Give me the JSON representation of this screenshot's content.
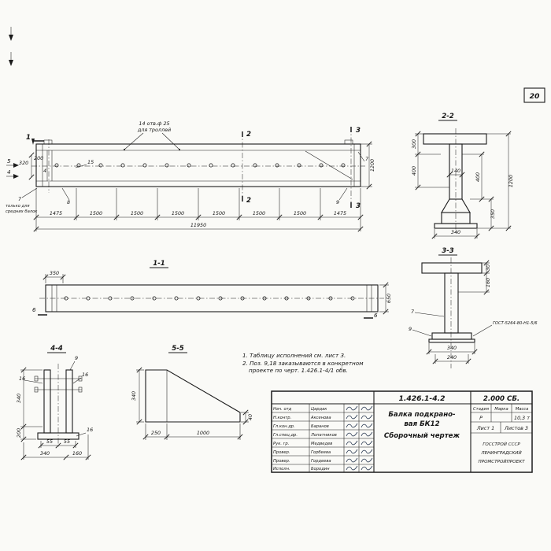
{
  "page_number": "20",
  "cuts": {
    "c1": "1",
    "c2": "2",
    "c3": "3",
    "c4": "4",
    "c5": "5",
    "c6": "6"
  },
  "positions": {
    "p4": "4",
    "p7": "7",
    "p8": "8",
    "p9": "9",
    "p15": "15",
    "p16": "16"
  },
  "main_view": {
    "holes_note_line1": "14 отв.ф 25",
    "holes_note_line2": "для троллей",
    "left_note_line1": "только для",
    "left_note_line2": "средних балок",
    "dim_320": "320",
    "dim_200": "200",
    "dim_1200": "1200",
    "segments": [
      "1475",
      "1500",
      "1500",
      "1500",
      "1500",
      "1500",
      "1500",
      "1475"
    ],
    "dim_total": "11950"
  },
  "labels": {
    "section_11": "1-1",
    "section_22": "2-2",
    "section_33": "3-3",
    "section_44": "4-4",
    "section_55": "5-5"
  },
  "section_11": {
    "dim_350": "350",
    "dim_650": "650"
  },
  "section_22": {
    "dim_300": "300",
    "dim_400_left": "400",
    "dim_140": "140",
    "dim_400_right": "400",
    "dim_350": "350",
    "dim_1200": "1200",
    "dim_340": "340"
  },
  "section_33": {
    "dim_30": "30",
    "dim_160": "160",
    "dim_340": "340",
    "dim_240": "240",
    "weld_note": "ГОСТ-5264-80-Н1-5/6"
  },
  "section_44": {
    "dim_340_left": "340",
    "dim_200": "200",
    "dim_55a": "55",
    "dim_55b": "55",
    "dim_340_bottom": "340",
    "dim_160": "160"
  },
  "section_55": {
    "dim_340": "340",
    "dim_40": "40",
    "dim_250": "250",
    "dim_1000": "1000"
  },
  "notes": {
    "line1": "1. Таблицу исполнений см. лист 3.",
    "line2": "2. Поз. 9,18 заказываются в конкретном",
    "line3": "проекте по черт. 1.426.1-4/1 обв."
  },
  "title_block": {
    "doc_number": "1.426.1-4.2",
    "doc_code": "2.000 СБ.",
    "rows": [
      {
        "role": "Нач. отд",
        "name": "Цардак"
      },
      {
        "role": "Н.контр.",
        "name": "Аксенова"
      },
      {
        "role": "Гл.кон.др.",
        "name": "Баранов"
      },
      {
        "role": "Гл.спец.др.",
        "name": "Лопатников"
      },
      {
        "role": "Рук. гр.",
        "name": "Медведев"
      },
      {
        "role": "Провер.",
        "name": "Горбеева"
      },
      {
        "role": "Провер.",
        "name": "Гордеева"
      },
      {
        "role": "Исполн.",
        "name": "Бородин"
      }
    ],
    "title_line1": "Балка подкрано-",
    "title_line2": "вая БК12",
    "title_line3": "Сборочный чертеж",
    "stage_header": "Стадия",
    "mark_header": "Марка",
    "mass_header": "Масса",
    "stage_value": "Р",
    "mass_value": "10,3 т",
    "sheet_label": "Лист 1",
    "sheets_label": "Листов 3",
    "org_line1": "ГОССТРОЙ СССР",
    "org_line2": "ЛЕНИНГРАДСКИЙ",
    "org_line3": "ПРОМСТРОЙПРОЕКТ"
  }
}
